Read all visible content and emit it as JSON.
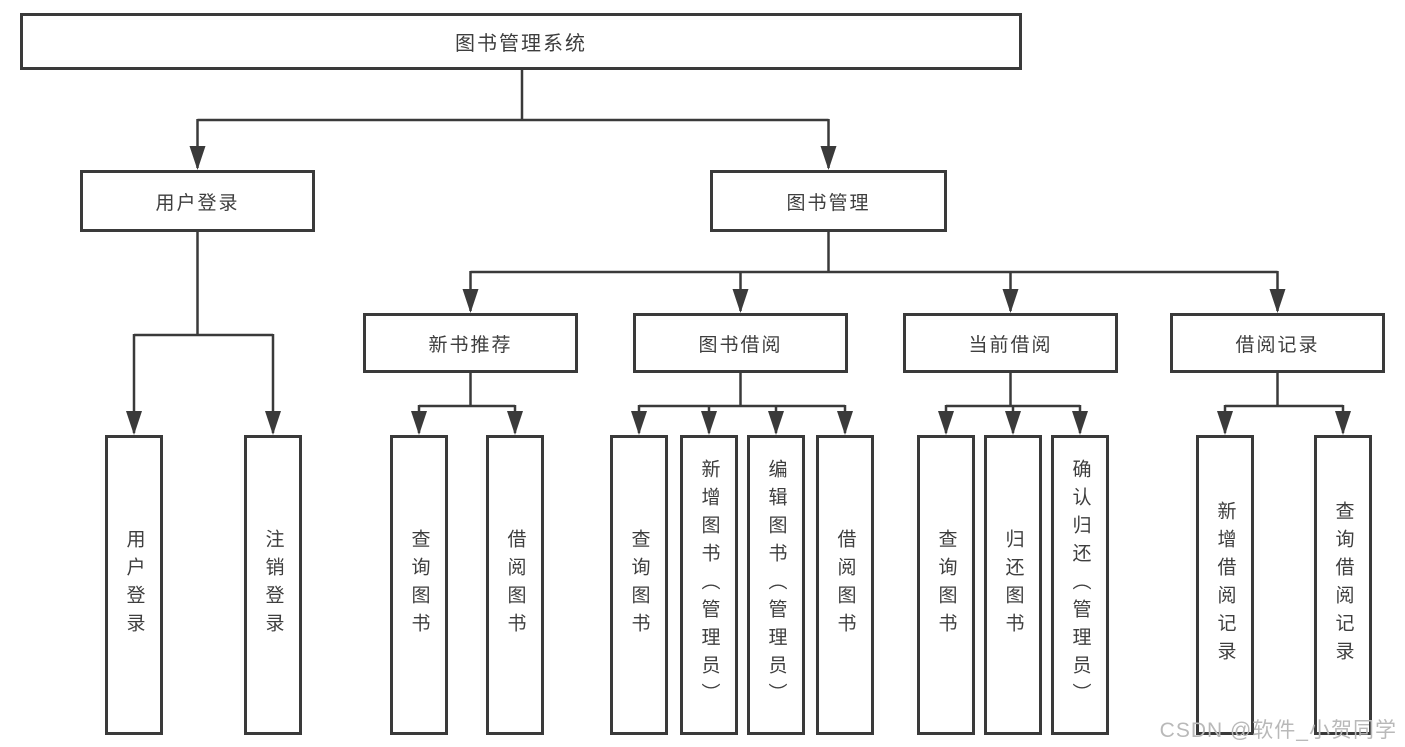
{
  "colors": {
    "line": "#3a3a3a",
    "box_border": "#3a3a3a",
    "text": "#3e3e3e",
    "watermark": "#b9b9b9",
    "background": "#ffffff"
  },
  "tree": {
    "label": "图书管理系统",
    "children": [
      {
        "label": "用户登录",
        "children": [
          {
            "label": "用户登录"
          },
          {
            "label": "注销登录"
          }
        ]
      },
      {
        "label": "图书管理",
        "children": [
          {
            "label": "新书推荐",
            "children": [
              {
                "label": "查询图书"
              },
              {
                "label": "借阅图书"
              }
            ]
          },
          {
            "label": "图书借阅",
            "children": [
              {
                "label": "查询图书"
              },
              {
                "label": "新增图书（管理员）"
              },
              {
                "label": "编辑图书（管理员）"
              },
              {
                "label": "借阅图书"
              }
            ]
          },
          {
            "label": "当前借阅",
            "children": [
              {
                "label": "查询图书"
              },
              {
                "label": "归还图书"
              },
              {
                "label": "确认归还（管理员）"
              }
            ]
          },
          {
            "label": "借阅记录",
            "children": [
              {
                "label": "新增借阅记录"
              },
              {
                "label": "查询借阅记录"
              }
            ]
          }
        ]
      }
    ]
  },
  "watermark": {
    "text": "CSDN @软件_小贺同学"
  }
}
